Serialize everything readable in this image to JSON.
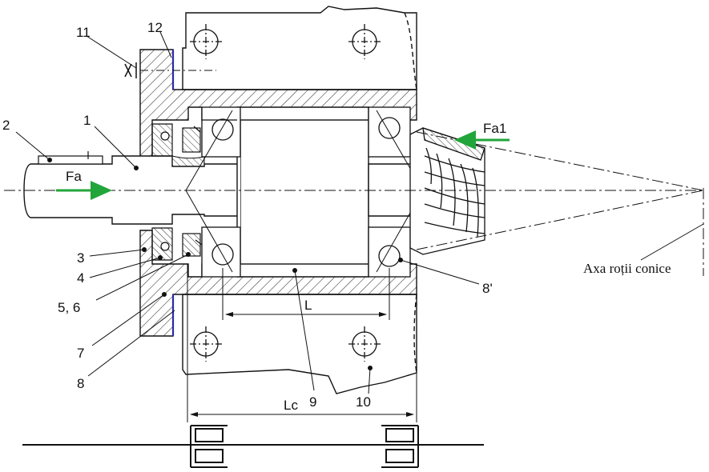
{
  "labels": {
    "n1": "1",
    "n2": "2",
    "n3": "3",
    "n4": "4",
    "n56": "5, 6",
    "n7": "7",
    "n8": "8",
    "n8p": "8'",
    "n9": "9",
    "n10": "10",
    "n11": "11",
    "n12": "12",
    "L": "L",
    "Lc": "Lc",
    "Fa": "Fa",
    "Fa1": "Fa1",
    "axa": "Axa roții conice"
  },
  "colors": {
    "line": "#111111",
    "force_arrow": "#22a53a",
    "shim": "#2a2aa8",
    "hatch": "#333333"
  }
}
